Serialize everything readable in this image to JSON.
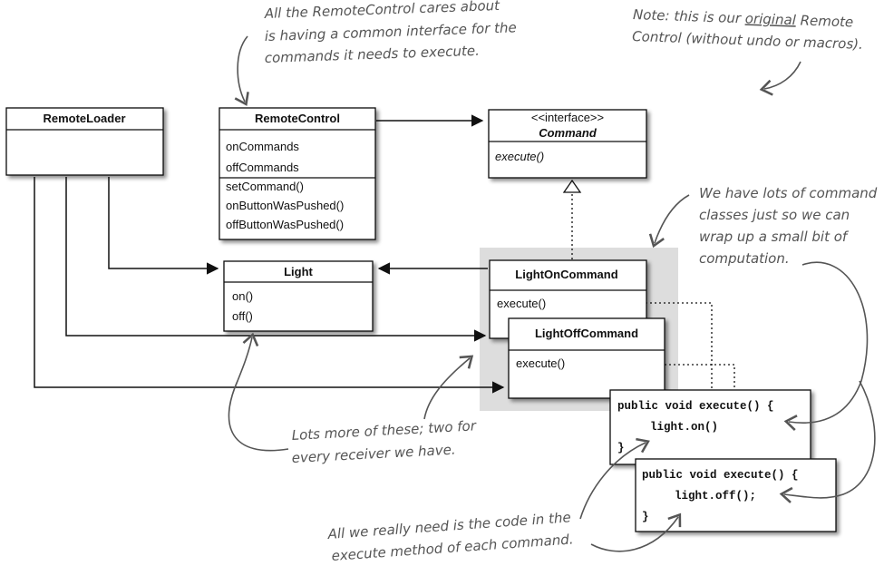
{
  "notes": {
    "top": [
      "All the RemoteControl cares about",
      "is having a common interface for the",
      "commands it needs to execute."
    ],
    "original": [
      "Note: this is our ",
      "original",
      " Remote",
      "Control (without undo or macros)."
    ],
    "lots_classes": [
      "We have lots of command",
      "classes just so we can",
      "wrap up a small bit of",
      "computation."
    ],
    "lots_more": [
      "Lots more of these; two for",
      "every receiver we have."
    ],
    "all_we_need": [
      "All we really need is the code in the",
      "execute method of each command."
    ]
  },
  "classes": {
    "remote_loader": {
      "name": "RemoteLoader"
    },
    "remote_control": {
      "name": "RemoteControl",
      "attributes": [
        "onCommands",
        "offCommands"
      ],
      "methods": [
        "setCommand()",
        "onButtonWasPushed()",
        "offButtonWasPushed()"
      ]
    },
    "command": {
      "stereotype": "<<interface>>",
      "name": "Command",
      "methods": [
        "execute()"
      ]
    },
    "light": {
      "name": "Light",
      "methods": [
        "on()",
        "off()"
      ]
    },
    "light_on_command": {
      "name": "LightOnCommand",
      "methods": [
        "execute()"
      ]
    },
    "light_off_command": {
      "name": "LightOffCommand",
      "methods": [
        "execute()"
      ]
    }
  },
  "code": {
    "on": [
      "public void execute() {",
      "light.on()",
      "}"
    ],
    "off": [
      "public void execute() {",
      "light.off();",
      "}"
    ]
  }
}
